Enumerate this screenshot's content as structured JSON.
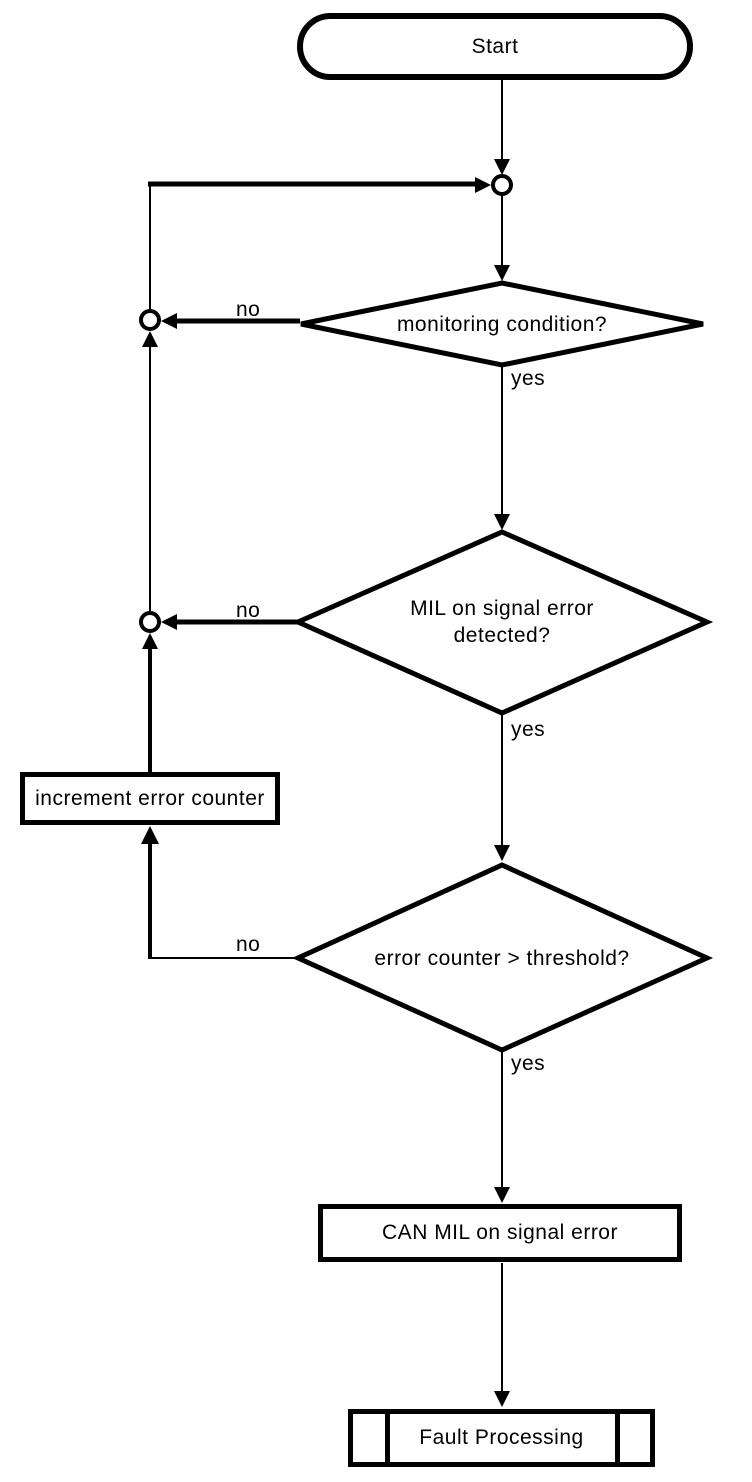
{
  "diagram": {
    "type": "flowchart",
    "colors": {
      "stroke": "#000000",
      "background": "#ffffff"
    },
    "nodes": {
      "start": {
        "type": "terminator",
        "label": "Start"
      },
      "monitoring_condition": {
        "type": "decision",
        "label": "monitoring condition?"
      },
      "mil_error_detected": {
        "type": "decision",
        "label_line1": "MIL on signal error",
        "label_line2": "detected?"
      },
      "increment_error_counter": {
        "type": "process",
        "label": "increment error counter"
      },
      "error_counter_threshold": {
        "type": "decision",
        "label": "error counter > threshold?"
      },
      "can_mil_signal_error": {
        "type": "process",
        "label": "CAN MIL on signal error"
      },
      "fault_processing": {
        "type": "predefined_process",
        "label": "Fault Processing"
      }
    },
    "edges": {
      "monitoring_no": "no",
      "monitoring_yes": "yes",
      "mil_no": "no",
      "mil_yes": "yes",
      "threshold_no": "no",
      "threshold_yes": "yes"
    }
  }
}
